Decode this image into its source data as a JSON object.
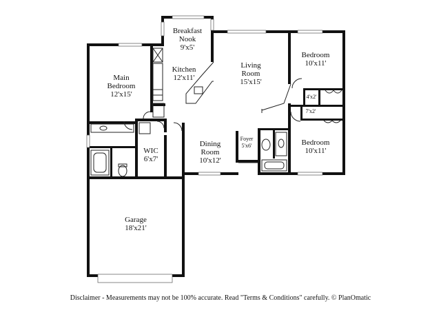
{
  "rooms": {
    "breakfast_nook": {
      "name_line1": "Breakfast",
      "name_line2": "Nook",
      "size": "9'x5'"
    },
    "kitchen": {
      "name": "Kitchen",
      "size": "12'x11'"
    },
    "main_bedroom": {
      "name_line1": "Main",
      "name_line2": "Bedroom",
      "size": "12'x15'"
    },
    "living_room": {
      "name_line1": "Living",
      "name_line2": "Room",
      "size": "15'x15'"
    },
    "bedroom_top": {
      "name": "Bedroom",
      "size": "10'x11'"
    },
    "closet_4x2": {
      "size": "4'x2'"
    },
    "closet_7x2": {
      "size": "7'x2'"
    },
    "wic": {
      "name": "WIC",
      "size": "6'x7'"
    },
    "dining_room": {
      "name_line1": "Dining",
      "name_line2": "Room",
      "size": "10'x12'"
    },
    "foyer": {
      "name": "Foyer",
      "size": "5'x6'"
    },
    "bedroom_bottom": {
      "name": "Bedroom",
      "size": "10'x11'"
    },
    "garage": {
      "name": "Garage",
      "size": "18'x21'"
    }
  },
  "disclaimer": "Disclaimer - Measurements may not be 100% accurate. Read \"Terms & Conditions\" carefully. © PlanOmatic"
}
